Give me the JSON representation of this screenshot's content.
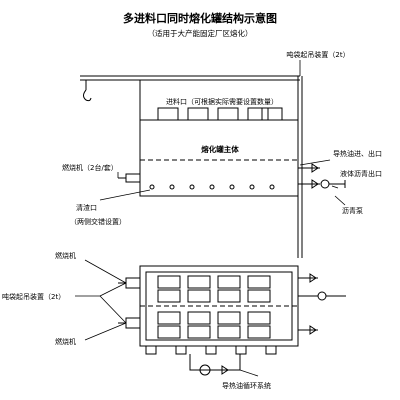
{
  "title": "多进料口同时熔化罐结构示意图",
  "subtitle": "（适用于大产能固定厂区熔化）",
  "labels": {
    "hoist_top": "吨袋起吊装置（2t）",
    "feed_ports": "进料口（可根据实际需要设置数量）",
    "tank_body": "熔化罐主体",
    "oil_in_out": "导热油进、出口",
    "burner_top": "燃烧机（2台/套）",
    "asphalt_out": "液体沥青出口",
    "cleanout": "清渣口",
    "cleanout_note": "（两侧交错设置）",
    "asphalt_pump": "沥青泵",
    "burner_1": "燃烧机",
    "hoist_bottom": "吨袋起吊装置（2t）",
    "burner_2": "燃烧机",
    "oil_loop": "导热油循环系统"
  }
}
